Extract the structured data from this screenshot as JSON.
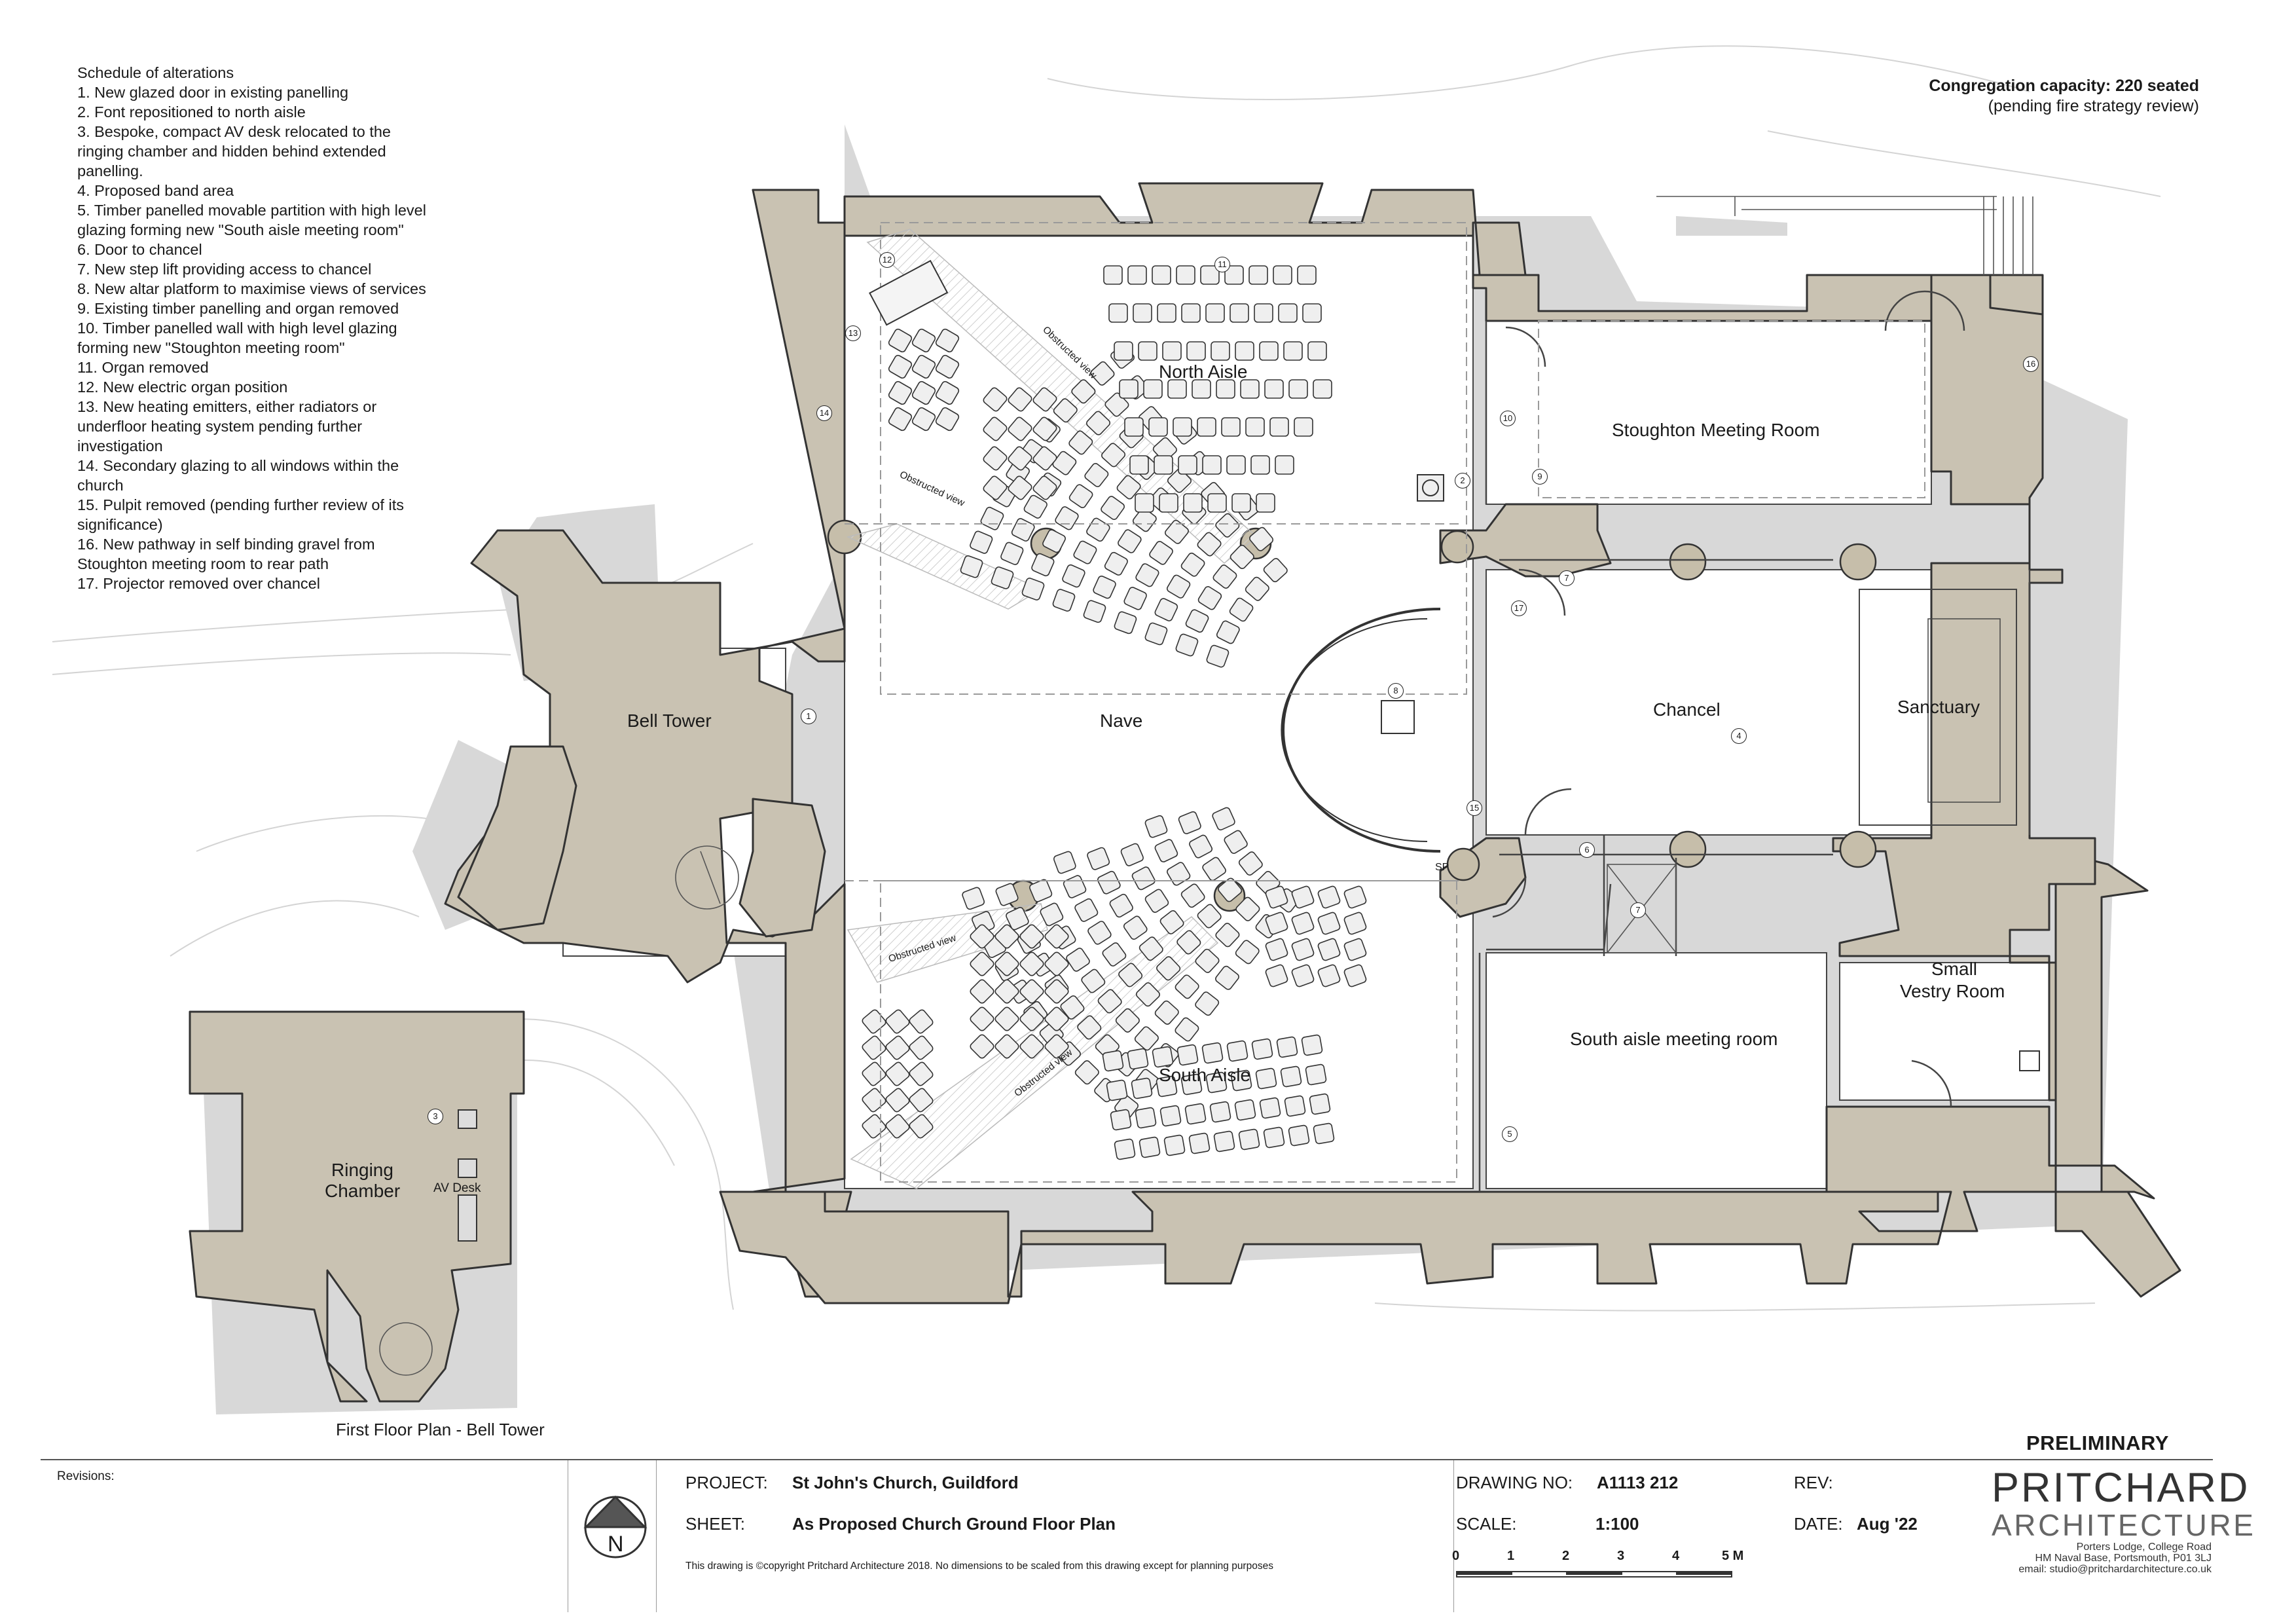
{
  "schedule": {
    "title": "Schedule of alterations",
    "lines": [
      "1.  New glazed door in existing panelling",
      "2.  Font repositioned to north aisle",
      "3.  Bespoke, compact AV desk relocated to the",
      "ringing chamber and hidden behind extended",
      "panelling.",
      "4.  Proposed band area",
      "5.  Timber panelled movable partition with high level",
      "glazing forming new \"South aisle meeting room\"",
      "6.  Door to chancel",
      "7.  New step lift providing access to chancel",
      "8.  New altar platform to maximise views of services",
      "9.  Existing timber panelling and organ removed",
      "10.  Timber panelled wall with high level glazing",
      "forming new \"Stoughton meeting room\"",
      "11.  Organ removed",
      "12.  New electric organ position",
      "13.  New heating emitters, either radiators or",
      "underfloor heating system pending further",
      "investigation",
      "14.  Secondary glazing to all windows within the",
      "church",
      "15.  Pulpit removed (pending further review of its",
      "significance)",
      "16. New pathway in self binding gravel from",
      "Stoughton meeting room to rear path",
      "17. Projector removed over chancel"
    ]
  },
  "capacity": {
    "line1": "Congregation capacity: 220 seated",
    "line2": "(pending fire strategy review)"
  },
  "rooms": {
    "north_aisle": "North Aisle",
    "nave": "Nave",
    "south_aisle": "South Aisle",
    "bell_tower": "Bell Tower",
    "stoughton": "Stoughton Meeting Room",
    "chancel": "Chancel",
    "sanctuary": "Sanctuary",
    "small_vestry_1": "Small",
    "small_vestry_2": "Vestry Room",
    "south_meeting": "South aisle meeting room",
    "ringing_1": "Ringing",
    "ringing_2": "Chamber",
    "av_desk": "AV Desk",
    "sp": "SP",
    "obstructed": "Obstructed view"
  },
  "markers": {
    "m1": "1",
    "m2": "2",
    "m3": "3",
    "m4": "4",
    "m5": "5",
    "m6": "6",
    "m7a": "7",
    "m7b": "7",
    "m8": "8",
    "m9": "9",
    "m10": "10",
    "m11": "11",
    "m12": "12",
    "m13": "13",
    "m14": "14",
    "m15": "15",
    "m16": "16",
    "m17": "17"
  },
  "first_floor_title": "First Floor Plan - Bell Tower",
  "preliminary": "PRELIMINARY",
  "titleblock": {
    "revisions_label": "Revisions:",
    "north": "N",
    "project_label": "PROJECT:",
    "project_value": "St John's Church, Guildford",
    "sheet_label": "SHEET:",
    "sheet_value": "As Proposed Church Ground Floor Plan",
    "copyright": "This drawing is ©copyright Pritchard Architecture 2018. No dimensions to be scaled from this drawing except for planning purposes",
    "drawing_no_label": "DRAWING NO:",
    "drawing_no_value": "A1113 212",
    "rev_label": "REV:",
    "scale_label": "SCALE:",
    "scale_value": "1:100",
    "date_label": "DATE:",
    "date_value": "Aug '22",
    "scalebar": [
      "0",
      "1",
      "2",
      "3",
      "4",
      "5 M"
    ]
  },
  "firm": {
    "name": "PRITCHARD",
    "sub": "ARCHITECTURE",
    "address1": "Porters Lodge, College Road",
    "address2": "HM Naval Base, Portsmouth, P01 3LJ",
    "email": "email: studio@pritchardarchitecture.co.uk"
  },
  "colors": {
    "wall": "#c9c2b2",
    "wall_stroke": "#333333",
    "shadow": "#d9d9d9",
    "seat": "#efefef",
    "column": "#c6beaa"
  }
}
